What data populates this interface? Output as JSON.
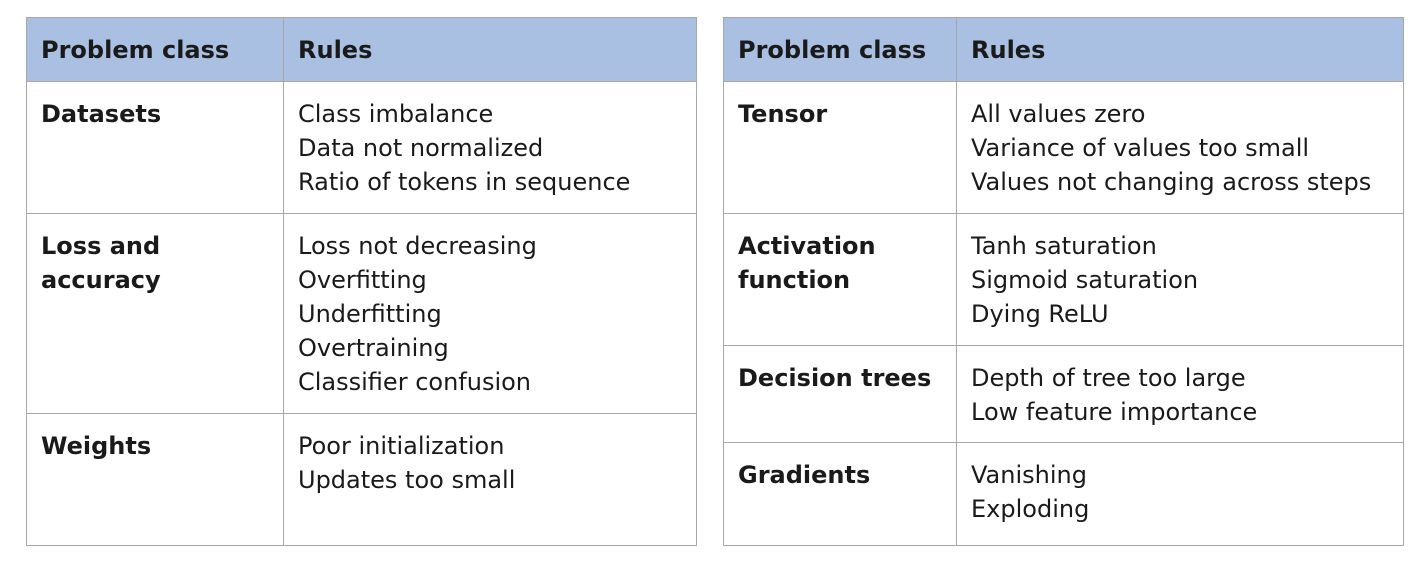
{
  "tables": [
    {
      "headers": {
        "problem_class": "Problem class",
        "rules": "Rules"
      },
      "rows": [
        {
          "problem_class": "Datasets",
          "rules": [
            "Class imbalance",
            "Data not normalized",
            "Ratio of tokens in sequence"
          ]
        },
        {
          "problem_class": "Loss and accuracy",
          "rules": [
            "Loss not decreasing",
            "Overfitting",
            "Underfitting",
            "Overtraining",
            "Classifier confusion"
          ]
        },
        {
          "problem_class": "Weights",
          "rules": [
            "Poor initialization",
            "Updates too small"
          ]
        }
      ]
    },
    {
      "headers": {
        "problem_class": "Problem class",
        "rules": "Rules"
      },
      "rows": [
        {
          "problem_class": "Tensor",
          "rules": [
            "All values zero",
            "Variance of values too small",
            "Values not changing across steps"
          ]
        },
        {
          "problem_class": "Activation function",
          "rules": [
            "Tanh saturation",
            "Sigmoid saturation",
            "Dying ReLU"
          ]
        },
        {
          "problem_class": "Decision trees",
          "rules": [
            "Depth of tree too large",
            "Low feature importance"
          ]
        },
        {
          "problem_class": "Gradients",
          "rules": [
            "Vanishing",
            "Exploding"
          ]
        }
      ]
    }
  ],
  "colors": {
    "header_background": "#a9c0e3",
    "border": "#a7a7a7"
  }
}
